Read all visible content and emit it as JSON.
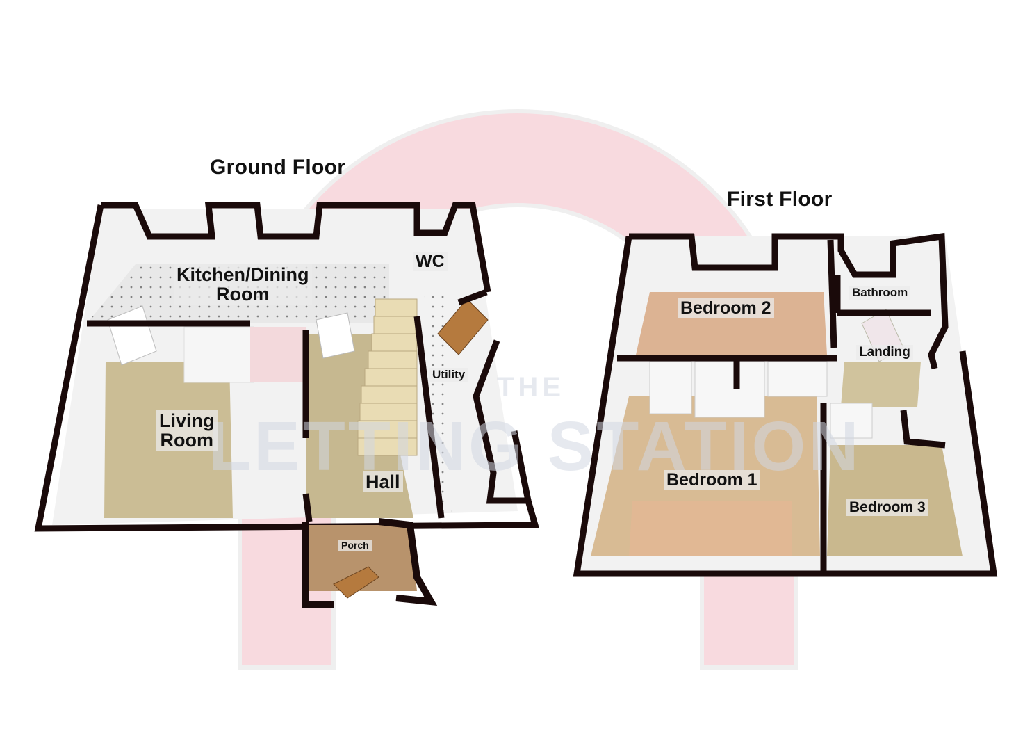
{
  "floors": [
    {
      "title": "Ground Floor",
      "rooms": [
        {
          "label": "Kitchen/Dining\nRoom",
          "line1": "Kitchen/Dining",
          "line2": "Room"
        },
        {
          "label": "Living Room",
          "line1": "Living",
          "line2": "Room"
        },
        {
          "label": "WC"
        },
        {
          "label": "Utility"
        },
        {
          "label": "Hall"
        },
        {
          "label": "Porch"
        }
      ]
    },
    {
      "title": "First Floor",
      "rooms": [
        {
          "label": "Bedroom 2"
        },
        {
          "label": "Bathroom"
        },
        {
          "label": "Landing"
        },
        {
          "label": "Bedroom 1"
        },
        {
          "label": "Bedroom 3"
        }
      ]
    }
  ],
  "watermark": {
    "line1": "THE",
    "line2": "LETTING STATION",
    "colors": {
      "ring": "#f8d7dc",
      "text": "#d2d7e1"
    }
  },
  "colors": {
    "wall": "#1a0a0a",
    "carpet": "#c8b890",
    "tile": "#e6e6e6",
    "bedroom_floor": "#d9a882",
    "wall_face": "#f0f0f0"
  }
}
